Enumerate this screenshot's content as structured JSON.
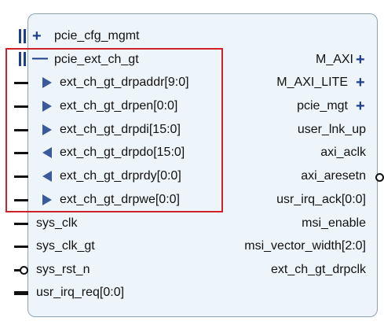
{
  "ports_left": [
    {
      "label": "pcie_cfg_mgmt",
      "kind": "bus-collapsed"
    },
    {
      "label": "pcie_ext_ch_gt",
      "kind": "bus-expanded"
    },
    {
      "label": "ext_ch_gt_drpaddr[9:0]",
      "kind": "in"
    },
    {
      "label": "ext_ch_gt_drpen[0:0]",
      "kind": "in"
    },
    {
      "label": "ext_ch_gt_drpdi[15:0]",
      "kind": "in"
    },
    {
      "label": "ext_ch_gt_drpdo[15:0]",
      "kind": "out"
    },
    {
      "label": "ext_ch_gt_drprdy[0:0]",
      "kind": "out"
    },
    {
      "label": "ext_ch_gt_drpwe[0:0]",
      "kind": "in"
    },
    {
      "label": "sys_clk",
      "kind": "pin"
    },
    {
      "label": "sys_clk_gt",
      "kind": "pin"
    },
    {
      "label": "sys_rst_n",
      "kind": "pin-inverted"
    },
    {
      "label": "usr_irq_req[0:0]",
      "kind": "pin-bus"
    }
  ],
  "ports_right": [
    {
      "label": "M_AXI",
      "kind": "bus-collapsed"
    },
    {
      "label": "M_AXI_LITE",
      "kind": "bus-collapsed"
    },
    {
      "label": "pcie_mgt",
      "kind": "bus-collapsed"
    },
    {
      "label": "user_lnk_up",
      "kind": "pin"
    },
    {
      "label": "axi_aclk",
      "kind": "pin"
    },
    {
      "label": "axi_aresetn",
      "kind": "pin"
    },
    {
      "label": "usr_irq_ack[0:0]",
      "kind": "pin"
    },
    {
      "label": "msi_enable",
      "kind": "pin"
    },
    {
      "label": "msi_vector_width[2:0]",
      "kind": "pin"
    },
    {
      "label": "ext_ch_gt_drpclk",
      "kind": "pin"
    }
  ],
  "colors": {
    "block_fill": "#eef5fa",
    "block_border": "#8aa3b8",
    "accent_blue": "#1f3f8c",
    "highlight_red": "#d0202a"
  }
}
